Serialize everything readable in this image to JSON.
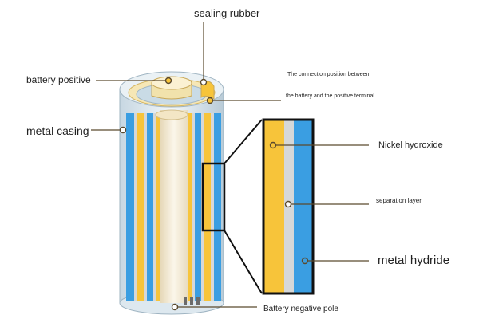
{
  "labels": {
    "sealing_rubber": "sealing rubber",
    "battery_positive": "battery positive",
    "connection_line1": "The connection position between",
    "connection_line2": "the battery and the positive terminal",
    "metal_casing": "metal casing",
    "nickel_hydroxide": "Nickel hydroxide",
    "separation_layer": "separation layer",
    "metal_hydride": "metal hydride",
    "negative_pole": "Battery negative pole"
  },
  "colors": {
    "blue": "#3a9ee2",
    "yellow": "#f7c43a",
    "gray_separator": "#d6d8d8",
    "casing": "#e3eef4",
    "leader_line": "#5b4a2e",
    "zoom_frame": "#111111"
  }
}
